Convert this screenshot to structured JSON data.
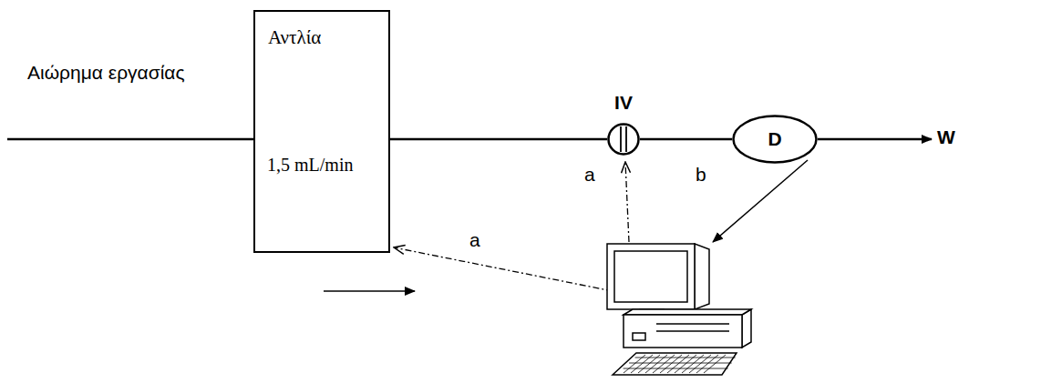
{
  "diagram": {
    "nodes": [
      {
        "text": [
          "Αντλία",
          "1,5 mL/min"
        ]
      },
      {
        "text": [
          "IV"
        ]
      },
      {
        "text": [
          "D"
        ]
      }
    ],
    "edges": [
      {
        "from": 0,
        "to": 1,
        "arrow": "none"
      },
      {
        "from": 1,
        "to": 2,
        "arrow": "none"
      }
    ],
    "labels": [
      "Αιώρημα εργασίας",
      "a",
      "b",
      "a",
      "W"
    ]
  }
}
